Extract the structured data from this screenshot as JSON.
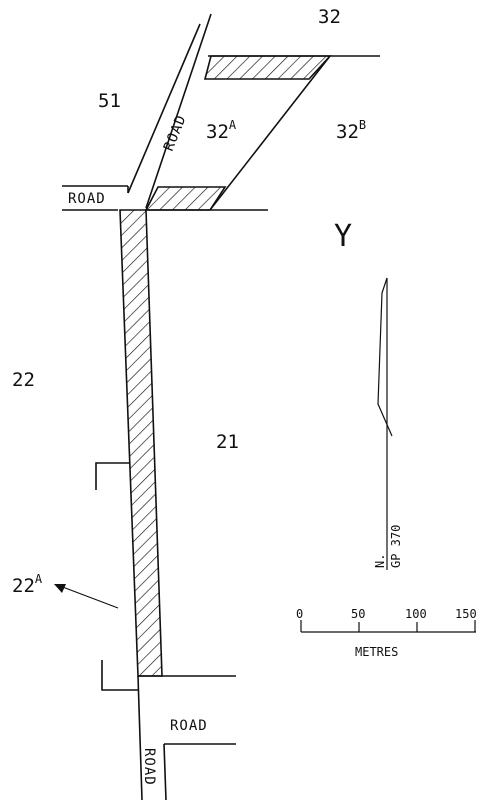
{
  "parcels": {
    "p32": "32",
    "p51": "51",
    "p32a": {
      "num": "32",
      "sup": "A"
    },
    "p32b": {
      "num": "32",
      "sup": "B"
    },
    "p22": "22",
    "p21": "21",
    "p22a": {
      "num": "22",
      "sup": "A"
    }
  },
  "roads": {
    "diag": "ROAD",
    "west": "ROAD",
    "south": "ROAD",
    "bottom": "ROAD"
  },
  "site_letter": "Y",
  "north": {
    "label": "N.",
    "ref": "GP 370"
  },
  "scale": {
    "ticks": [
      "0",
      "50",
      "100",
      "150"
    ],
    "unit": "METRES"
  }
}
